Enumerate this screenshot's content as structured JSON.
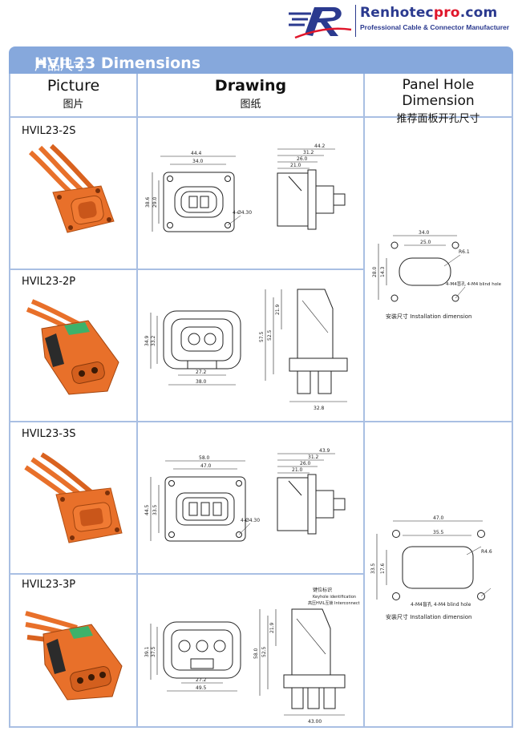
{
  "brand": {
    "name_main": "Renhotec",
    "name_accent": "pro",
    "name_tld": ".com",
    "tagline": "Professional Cable & Connector Manufacturer"
  },
  "title": {
    "cn": "产品尺寸",
    "en": "HVIL23 Dimensions"
  },
  "columns": {
    "picture": {
      "en": "Picture",
      "cn": "图片"
    },
    "drawing": {
      "en": "Drawing",
      "cn": "图纸"
    },
    "panel": {
      "en": "Panel Hole Dimension",
      "cn": "推荐面板开孔尺寸"
    }
  },
  "rows": [
    {
      "label": "HVIL23-2S",
      "front": {
        "w1": "44.4",
        "w2": "34.0",
        "h1": "38.6",
        "h2": "29.0",
        "hole": "4-Ø4.30"
      },
      "side": {
        "d1": "44.2",
        "d2": "31.2",
        "d3": "26.0",
        "d4": "21.0"
      }
    },
    {
      "label": "HVIL23-2P",
      "front": {
        "w1": "27.2",
        "w2": "38.0",
        "h1": "34.9",
        "h2": "33.2"
      },
      "side": {
        "h1": "21.9",
        "h2": "52.5",
        "h3": "57.5",
        "w": "32.8"
      }
    },
    {
      "label": "HVIL23-3S",
      "front": {
        "w1": "58.0",
        "w2": "47.0",
        "h1": "44.5",
        "h2": "33.5",
        "hole": "4-Ø4.30"
      },
      "side": {
        "d1": "43.9",
        "d2": "31.2",
        "d3": "26.0",
        "d4": "21.0"
      }
    },
    {
      "label": "HVIL23-3P",
      "front": {
        "w1": "27.2",
        "w2": "49.5",
        "h1": "39.1",
        "h2": "37.5"
      },
      "side": {
        "h1": "21.9",
        "h2": "52.5",
        "h3": "58.0",
        "w": "43.00",
        "note1": "键位标识",
        "note2": "Keyhole identification",
        "note3": "高压HVIL互锁 Interconnect"
      }
    }
  ],
  "panels": [
    {
      "w1": "34.0",
      "w2": "25.0",
      "h1": "28.0",
      "h2": "14.3",
      "r": "R6.1",
      "hole": "4-M4盲孔 4-M4 blind hole",
      "caption": "安装尺寸 Installation dimension"
    },
    {
      "w1": "47.0",
      "w2": "35.5",
      "h1": "33.5",
      "h2": "17.6",
      "r": "R4.6",
      "hole": "4-M4盲孔 4-M4 blind hole",
      "caption": "安装尺寸 Installation dimension"
    }
  ],
  "colors": {
    "frame": "#a9bfe3",
    "title_bar": "#86a8dc",
    "brand_blue": "#2b3a8f",
    "brand_red": "#e0162b",
    "connector_orange": "#e8702a"
  }
}
